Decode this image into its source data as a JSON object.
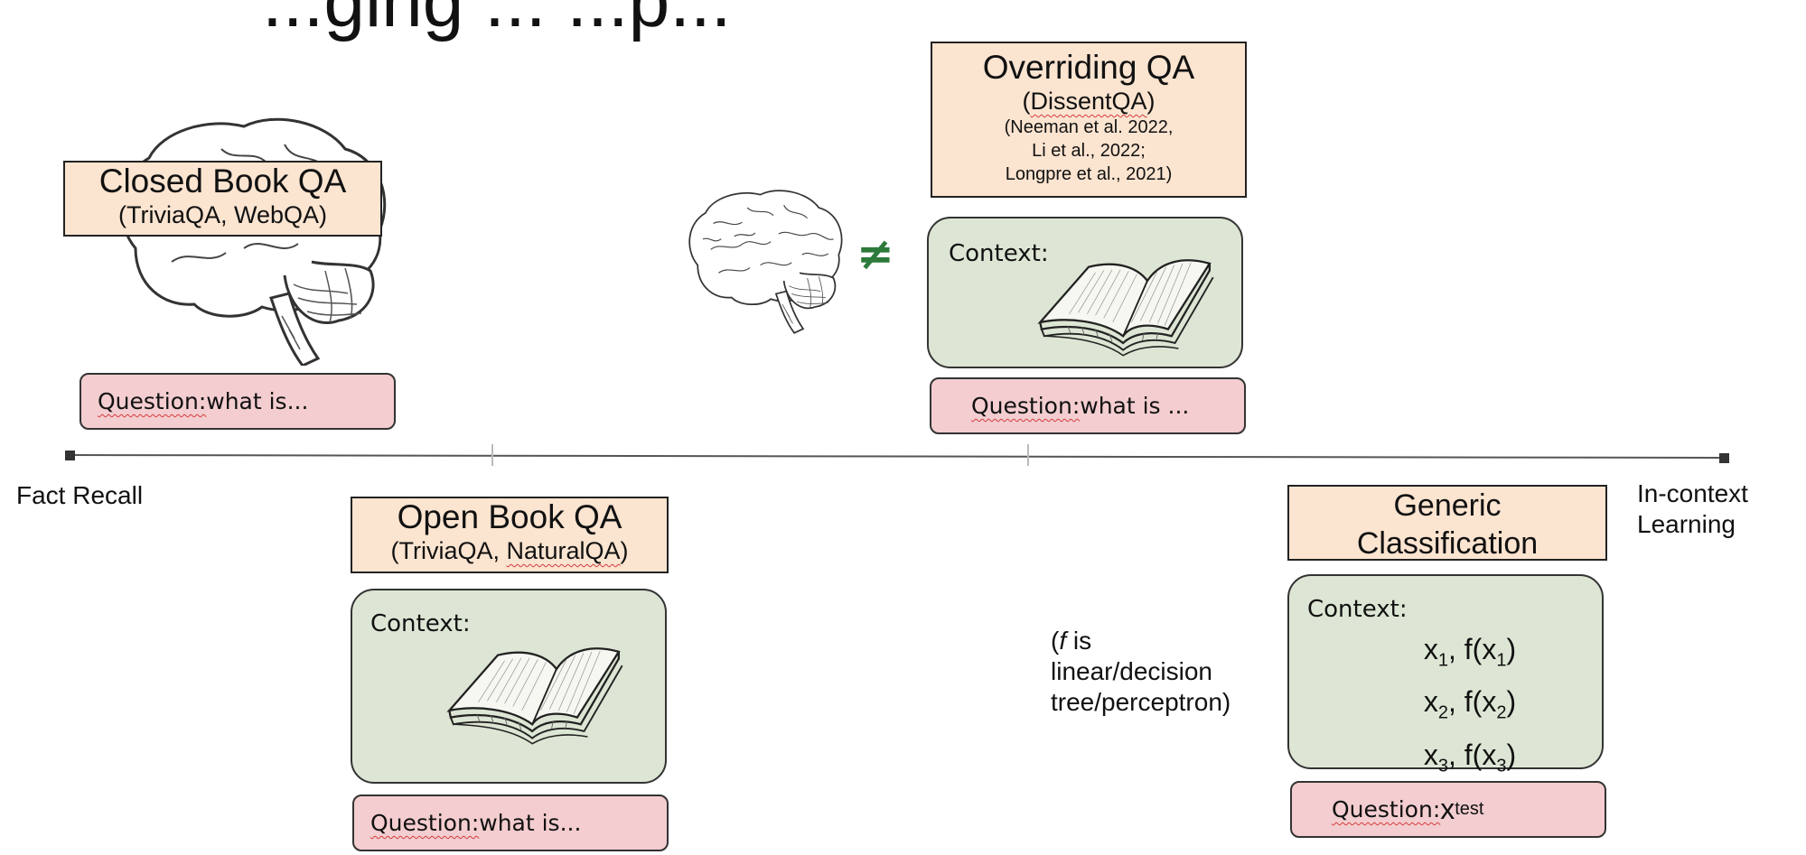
{
  "page_title": "...ging ... ...p...",
  "axis": {
    "left_label": "Fact Recall",
    "right_label_line1": "In-context",
    "right_label_line2": "Learning"
  },
  "cards": {
    "closed_book": {
      "title": "Closed Book QA",
      "datasets": "(TriviaQA, WebQA)",
      "question_prefix": "Question:",
      "question_rest": " what is..."
    },
    "open_book": {
      "title": "Open Book QA",
      "datasets_a": "(TriviaQA, ",
      "datasets_b": "NaturalQA",
      "datasets_c": ")",
      "context_label": "Context:",
      "question_prefix": "Question:",
      "question_rest": " what is..."
    },
    "overriding": {
      "title": "Overriding QA",
      "datasets_a": "(",
      "datasets_b": "DissentQA",
      "datasets_c": ")",
      "cite1": "(Neeman et al. 2022,",
      "cite2": "Li et al., 2022;",
      "cite3": "Longpre et al., 2021)",
      "context_label": "Context:",
      "not_equal": "≠",
      "question_prefix": "Question:",
      "question_rest": " what is ..."
    },
    "classification": {
      "title_line1": "Generic",
      "title_line2": "Classification",
      "context_label": "Context:",
      "rows": [
        {
          "x": "x",
          "idx": "1"
        },
        {
          "x": "x",
          "idx": "2"
        },
        {
          "x": "x",
          "idx": "3"
        }
      ],
      "question_prefix": "Question:",
      "question_x": " x",
      "question_sub": "test"
    }
  },
  "note": {
    "line1_italic": "f",
    "line1_rest": " is",
    "line2": "linear/decision",
    "line3": "tree/perceptron)",
    "open_paren": "("
  },
  "colors": {
    "title_box": "#fbe4d0",
    "context_box": "#dde6d4",
    "question_box": "#f3cdd0",
    "not_equal": "#2d7a3a"
  }
}
